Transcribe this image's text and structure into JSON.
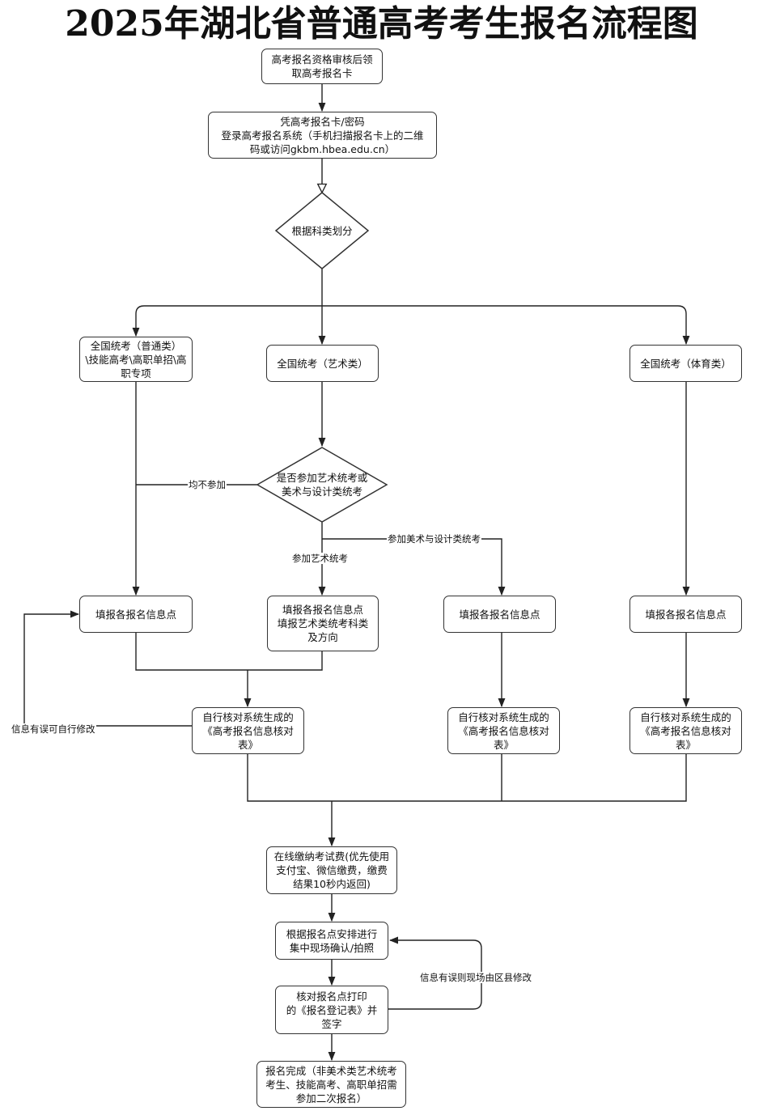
{
  "title": "2025年湖北省普通高考考生报名流程图",
  "nodes": {
    "n1": "高考报名资格审核后领\n取高考报名卡",
    "n2": "凭高考报名卡/密码\n登录高考报名系统（手机扫描报名卡上的二维\n码或访问gkbm.hbea.edu.cn）",
    "d1": "根据科类划分",
    "c1": "全国统考（普通类）\n\\技能高考\\高职单招\\高\n职专项",
    "c2": "全国统考（艺术类）",
    "c3": "全国统考（体育类）",
    "d2": "是否参加艺术统考或\n美术与设计类统考",
    "f1": "填报各报名信息点",
    "f2": "填报各报名信息点\n填报艺术类统考科类\n及方向",
    "f3": "填报各报名信息点",
    "f4": "填报各报名信息点",
    "v1": "自行核对系统生成的\n《高考报名信息核对\n表》",
    "v2": "自行核对系统生成的\n《高考报名信息核对\n表》",
    "v3": "自行核对系统生成的\n《高考报名信息核对\n表》",
    "pay": "在线缴纳考试费(优先使用\n支付宝、微信缴费，缴费\n结果10秒内返回)",
    "confirm": "根据报名点安排进行\n集中现场确认/拍照",
    "print": "核对报名点打印\n的《报名登记表》并\n签字",
    "done": "报名完成（非美术类艺术统考\n考生、技能高考、高职单招需\n参加二次报名）"
  },
  "edge_labels": {
    "none": "均不参加",
    "art": "参加艺术统考",
    "design": "参加美术与设计类统考",
    "self_fix": "信息有误可自行修改",
    "county_fix": "信息有误则现场由区县修改"
  }
}
